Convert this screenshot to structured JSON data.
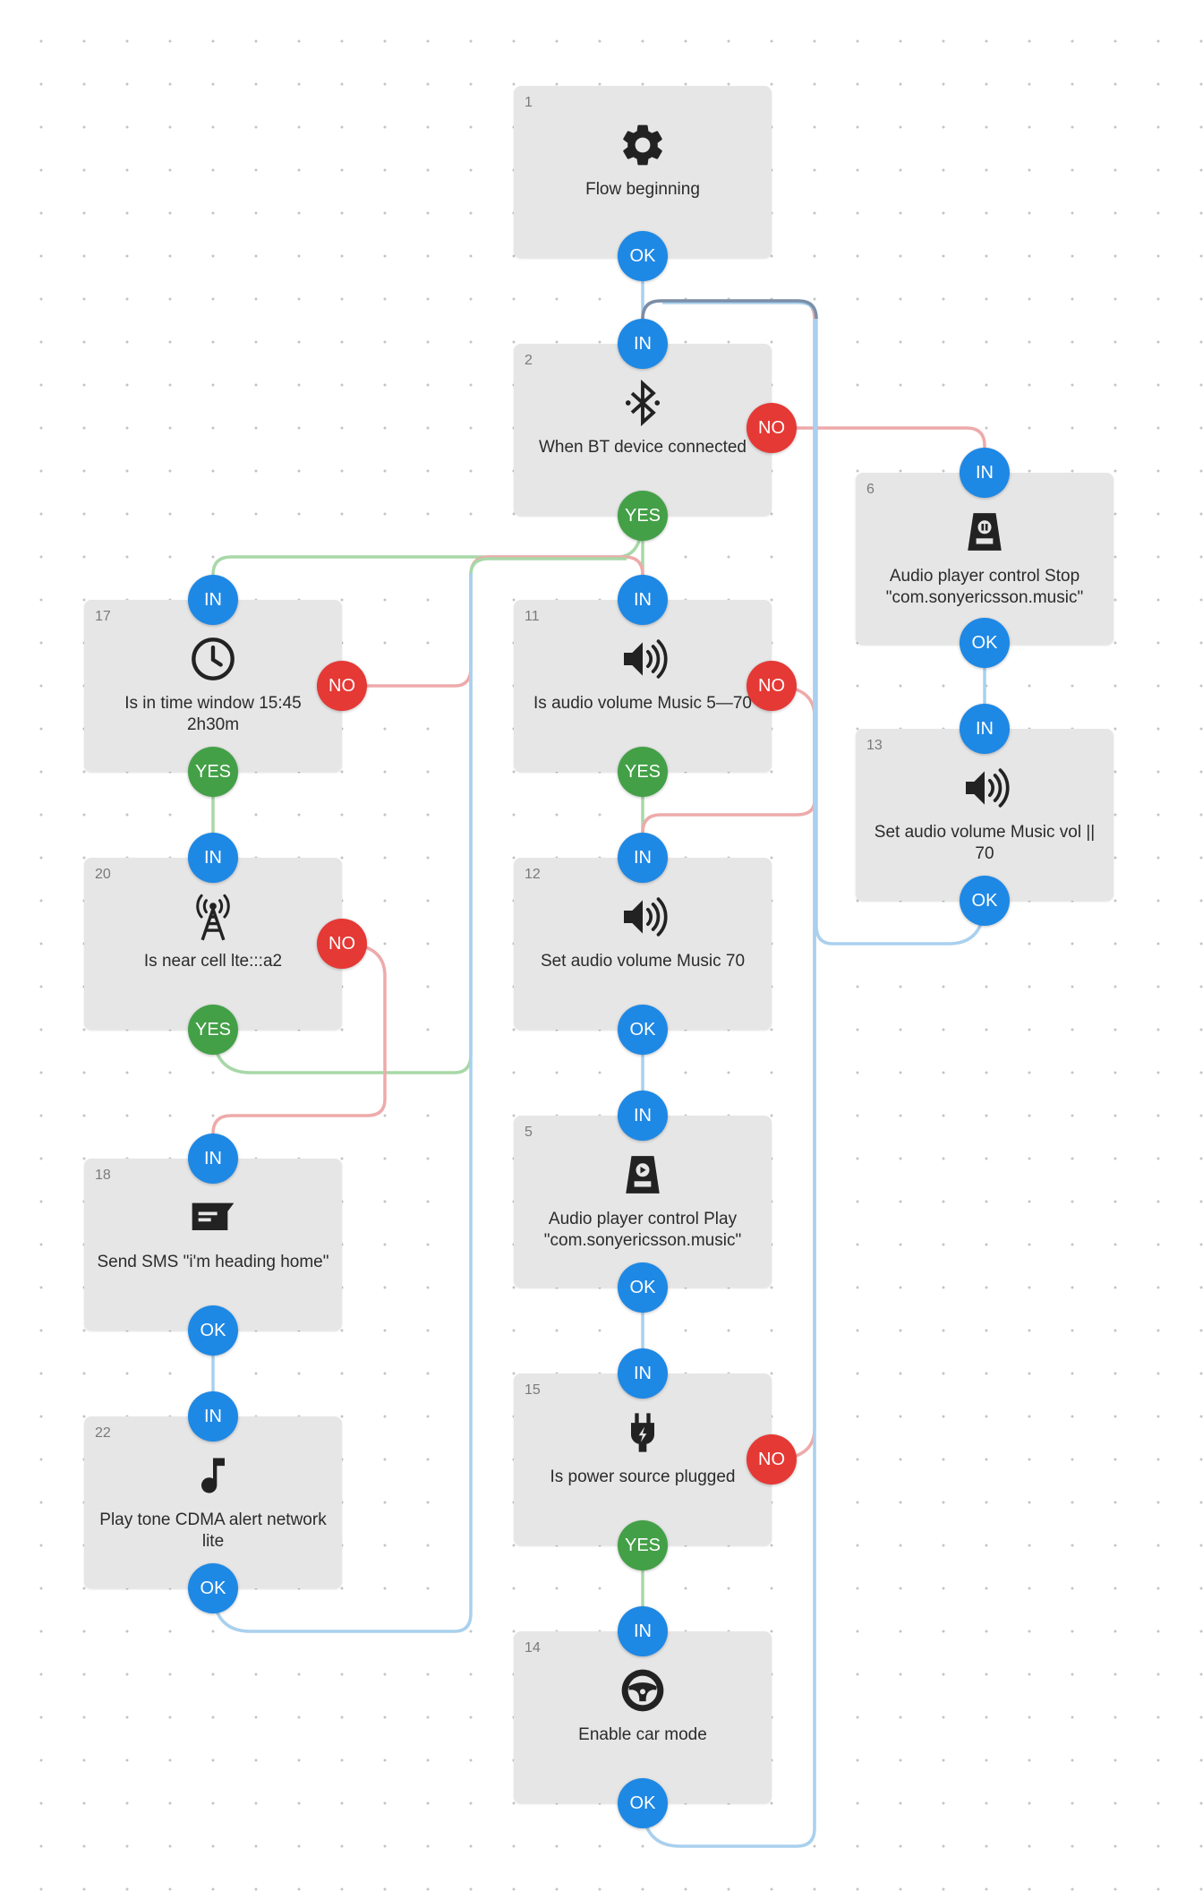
{
  "colors": {
    "in_port": "#1e88e5",
    "ok_port": "#1e88e5",
    "no_port": "#e53935",
    "yes_port": "#43a047",
    "wire_ok": "#a9d0ee",
    "wire_yes": "#a8d8a8",
    "wire_no": "#eeaaaa",
    "wire_mixed": "#7a8fa8",
    "block_bg": "#e6e6e6"
  },
  "port_labels": {
    "in": "IN",
    "ok": "OK",
    "yes": "YES",
    "no": "NO"
  },
  "blocks": [
    {
      "id": "b1",
      "num": "1",
      "icon": "gear-icon",
      "label": "Flow beginning"
    },
    {
      "id": "b2",
      "num": "2",
      "icon": "bluetooth-icon",
      "label": "When BT device connected"
    },
    {
      "id": "b6",
      "num": "6",
      "icon": "music-player-icon",
      "label": "Audio player control Stop \"com.sonyericsson.music\""
    },
    {
      "id": "b17",
      "num": "17",
      "icon": "clock-icon",
      "label": "Is in time window 15:45 2h30m"
    },
    {
      "id": "b11",
      "num": "11",
      "icon": "speaker-icon",
      "label": "Is audio volume Music 5—70"
    },
    {
      "id": "b13",
      "num": "13",
      "icon": "speaker-icon",
      "label": "Set audio volume Music vol || 70"
    },
    {
      "id": "b20",
      "num": "20",
      "icon": "cell-tower-icon",
      "label": "Is near cell lte:::a2"
    },
    {
      "id": "b12",
      "num": "12",
      "icon": "speaker-icon",
      "label": "Set audio volume Music 70"
    },
    {
      "id": "b18",
      "num": "18",
      "icon": "sms-icon",
      "label": "Send SMS \"i'm heading home\""
    },
    {
      "id": "b5",
      "num": "5",
      "icon": "music-player-icon",
      "label": "Audio player control Play \"com.sonyericsson.music\""
    },
    {
      "id": "b22",
      "num": "22",
      "icon": "music-note-icon",
      "label": "Play tone CDMA alert network lite"
    },
    {
      "id": "b15",
      "num": "15",
      "icon": "power-plug-icon",
      "label": "Is power source plugged"
    },
    {
      "id": "b14",
      "num": "14",
      "icon": "steering-wheel-icon",
      "label": "Enable car mode"
    }
  ],
  "ports": [
    {
      "block": "b1",
      "type": "ok"
    },
    {
      "block": "b2",
      "type": "in"
    },
    {
      "block": "b2",
      "type": "no"
    },
    {
      "block": "b2",
      "type": "yes"
    },
    {
      "block": "b6",
      "type": "in"
    },
    {
      "block": "b6",
      "type": "ok"
    },
    {
      "block": "b17",
      "type": "in"
    },
    {
      "block": "b17",
      "type": "no"
    },
    {
      "block": "b17",
      "type": "yes"
    },
    {
      "block": "b11",
      "type": "in"
    },
    {
      "block": "b11",
      "type": "no"
    },
    {
      "block": "b11",
      "type": "yes"
    },
    {
      "block": "b13",
      "type": "in"
    },
    {
      "block": "b13",
      "type": "ok"
    },
    {
      "block": "b20",
      "type": "in"
    },
    {
      "block": "b20",
      "type": "no"
    },
    {
      "block": "b20",
      "type": "yes"
    },
    {
      "block": "b12",
      "type": "in"
    },
    {
      "block": "b12",
      "type": "ok"
    },
    {
      "block": "b18",
      "type": "in"
    },
    {
      "block": "b18",
      "type": "ok"
    },
    {
      "block": "b5",
      "type": "in"
    },
    {
      "block": "b5",
      "type": "ok"
    },
    {
      "block": "b22",
      "type": "in"
    },
    {
      "block": "b22",
      "type": "ok"
    },
    {
      "block": "b15",
      "type": "in"
    },
    {
      "block": "b15",
      "type": "no"
    },
    {
      "block": "b15",
      "type": "yes"
    },
    {
      "block": "b14",
      "type": "in"
    },
    {
      "block": "b14",
      "type": "ok"
    }
  ]
}
